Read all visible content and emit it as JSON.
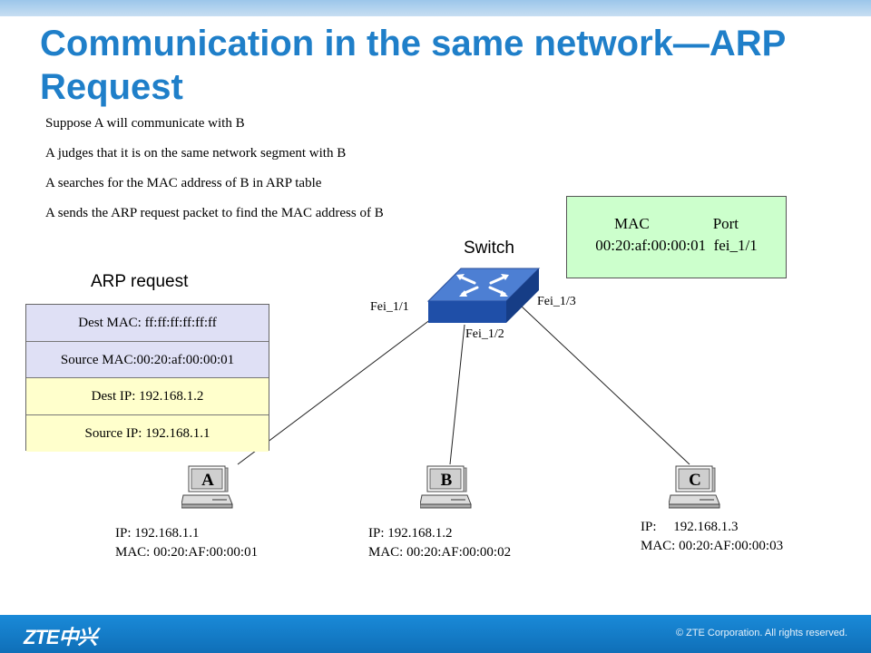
{
  "title": "Communication in the same network—ARP Request",
  "bullets": [
    "Suppose A will communicate with B",
    "A judges that it is on the same network segment with B",
    "A searches for the MAC address of B in ARP table",
    "A sends the ARP request packet to find the MAC address of B"
  ],
  "mac_table": {
    "header_mac": "MAC",
    "header_port": "Port",
    "row_mac": "00:20:af:00:00:01",
    "row_port": "fei_1/1"
  },
  "switch_label": "Switch",
  "ports": {
    "p1": "Fei_1/1",
    "p2": "Fei_1/2",
    "p3": "Fei_1/3"
  },
  "arp": {
    "title": "ARP request",
    "dest_mac": "Dest MAC: ff:ff:ff:ff:ff:ff",
    "source_mac": "Source MAC:00:20:af:00:00:01",
    "dest_ip": "Dest IP: 192.168.1.2",
    "source_ip": "Source IP: 192.168.1.1"
  },
  "hosts": {
    "a": {
      "letter": "A",
      "ip": "IP: 192.168.1.1",
      "mac": "MAC: 00:20:AF:00:00:01"
    },
    "b": {
      "letter": "B",
      "ip": "IP: 192.168.1.2",
      "mac": "MAC: 00:20:AF:00:00:02"
    },
    "c": {
      "letter": "C",
      "ip": "IP:     192.168.1.3",
      "mac": "MAC: 00:20:AF:00:00:03"
    }
  },
  "footer": {
    "logo": "ZTE中兴",
    "copyright": "© ZTE Corporation. All rights reserved."
  },
  "colors": {
    "title": "#1f7fc9",
    "mac_table_bg": "#ccffcc",
    "arp_l2_bg": "#dfe0f5",
    "arp_l3_bg": "#ffffcc",
    "footer": "#1a7fcc"
  },
  "icons": {
    "switch": "switch-icon",
    "pc": "computer-icon"
  }
}
